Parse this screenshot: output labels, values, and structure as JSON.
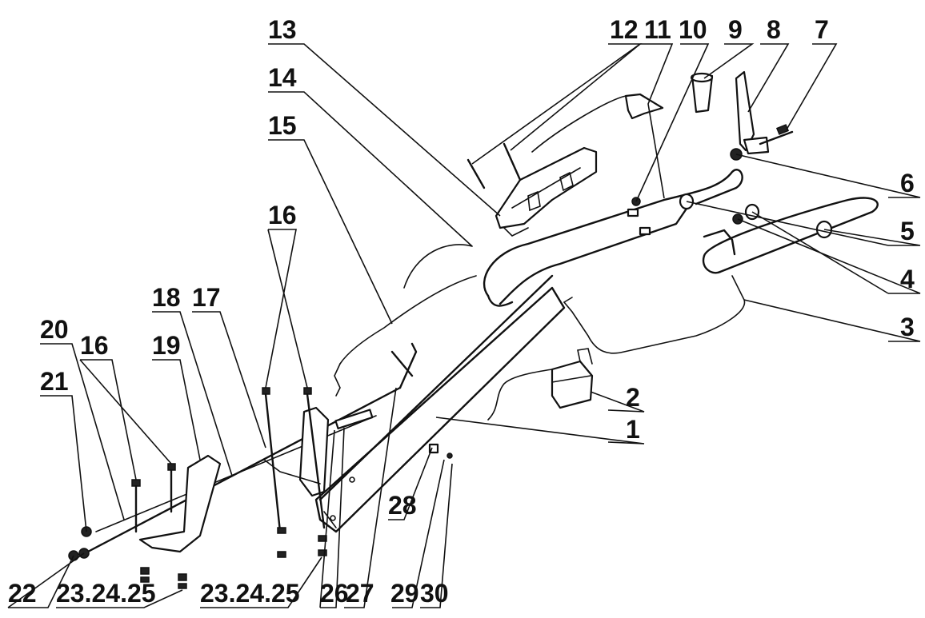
{
  "callouts": {
    "c1": "1",
    "c2": "2",
    "c3": "3",
    "c4": "4",
    "c5": "5",
    "c6": "6",
    "c7": "7",
    "c8": "8",
    "c9": "9",
    "c10": "10",
    "c11": "11",
    "c12": "12",
    "c13": "13",
    "c14": "14",
    "c15": "15",
    "c16a": "16",
    "c16b": "16",
    "c17": "17",
    "c18": "18",
    "c19": "19",
    "c20": "20",
    "c21": "21",
    "c22": "22",
    "c23a": "23.24.25",
    "c23b": "23.24.25",
    "c26": "26",
    "c27": "27",
    "c28": "28",
    "c29": "29",
    "c30": "30"
  }
}
